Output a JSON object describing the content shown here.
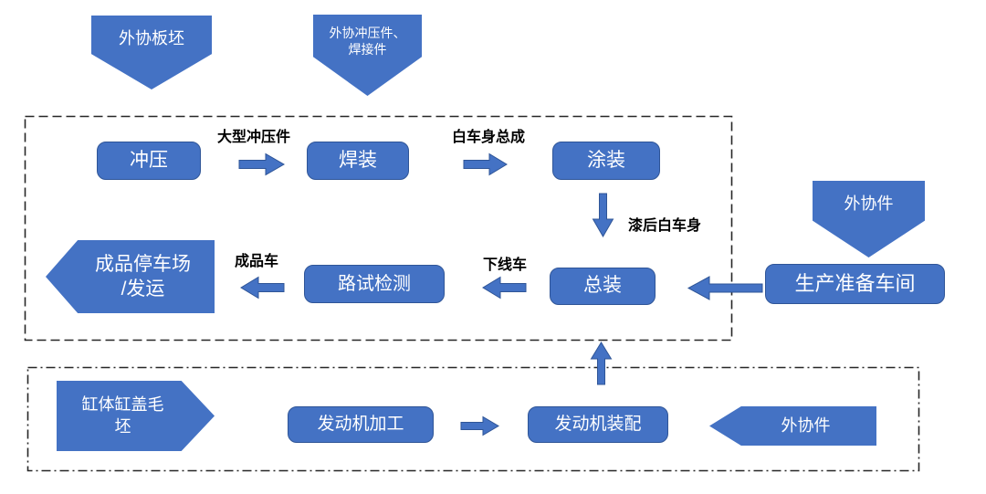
{
  "colors": {
    "background": "#FFFFFF",
    "shape_fill": "#4472C4",
    "shape_border": "#2F5597",
    "shape_text": "#FFFFFF",
    "frame_stroke": "#262626",
    "label_text": "#000000"
  },
  "external_inputs": {
    "slab": "外协板坯",
    "stamp_weld_parts": "外协冲压件、\n焊接件",
    "outsourced_parts_top": "外协件",
    "cylinder_blanks": "缸体缸盖毛\n坯",
    "outsourced_parts_bottom": "外协件"
  },
  "vehicle_line": {
    "stamping": "冲压",
    "welding": "焊装",
    "painting": "涂装",
    "final_assembly": "总装",
    "road_test": "路试检测",
    "production_prep": "生产准备车间",
    "finished_parking": "成品停车场\n/发运"
  },
  "engine_line": {
    "engine_machining": "发动机加工",
    "engine_assembly": "发动机装配"
  },
  "flow_labels": {
    "large_stampings": "大型冲压件",
    "body_in_white": "白车身总成",
    "painted_body": "漆后白车身",
    "offline_vehicle": "下线车",
    "finished_vehicle": "成品车"
  }
}
